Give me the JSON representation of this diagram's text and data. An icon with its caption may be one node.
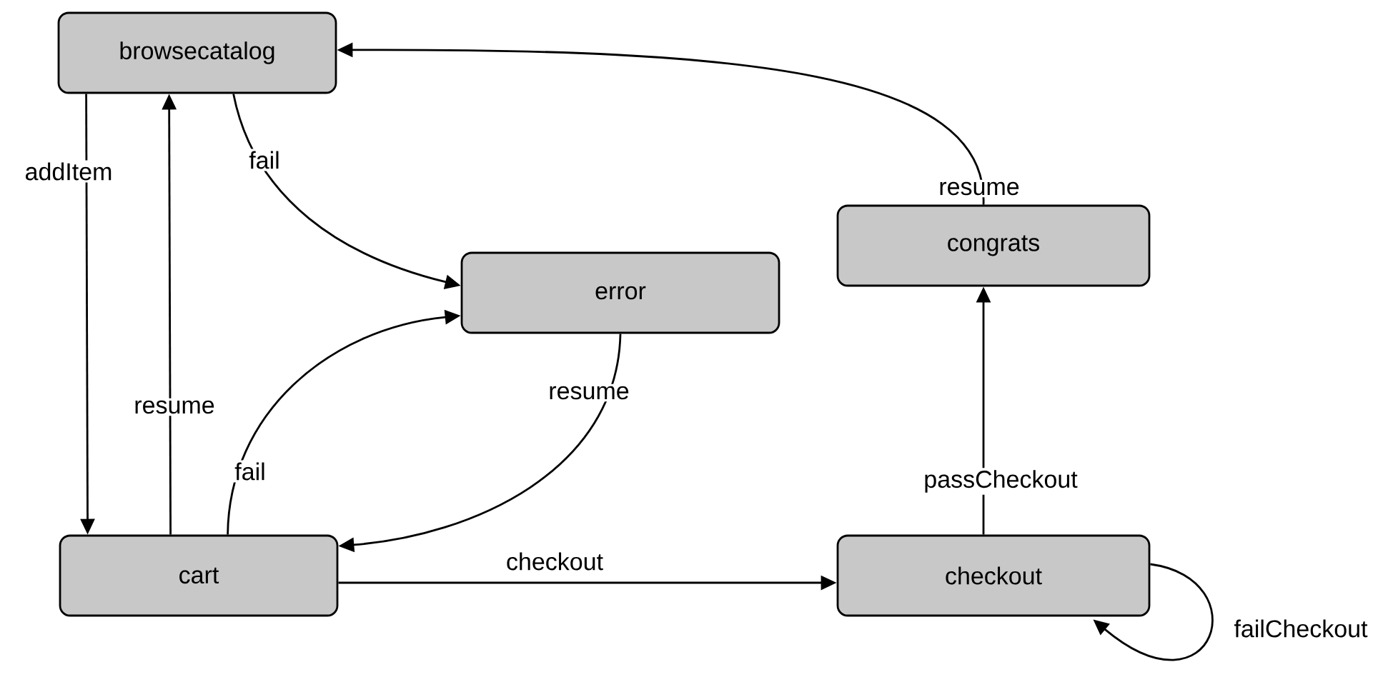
{
  "diagram": {
    "nodes": [
      {
        "text": [
          "browsecatalog"
        ]
      },
      {
        "text": [
          "error"
        ]
      },
      {
        "text": [
          "congrats"
        ]
      },
      {
        "text": [
          "cart"
        ]
      },
      {
        "text": [
          "checkout"
        ]
      }
    ],
    "edges": [
      {
        "from": 0,
        "to": 3,
        "arrow": "to",
        "label": "addItem"
      },
      {
        "from": 3,
        "to": 0,
        "arrow": "to",
        "label": "resume"
      },
      {
        "from": 0,
        "to": 1,
        "arrow": "to",
        "label": "fail"
      },
      {
        "from": 3,
        "to": 1,
        "arrow": "to",
        "label": "fail"
      },
      {
        "from": 1,
        "to": 3,
        "arrow": "to",
        "label": "resume"
      },
      {
        "from": 3,
        "to": 4,
        "arrow": "to",
        "label": "checkout"
      },
      {
        "from": 4,
        "to": 2,
        "arrow": "to",
        "label": "passCheckout"
      },
      {
        "from": 2,
        "to": 0,
        "arrow": "to",
        "label": "resume"
      },
      {
        "from": 4,
        "to": 4,
        "arrow": "to",
        "label": "failCheckout"
      }
    ]
  }
}
